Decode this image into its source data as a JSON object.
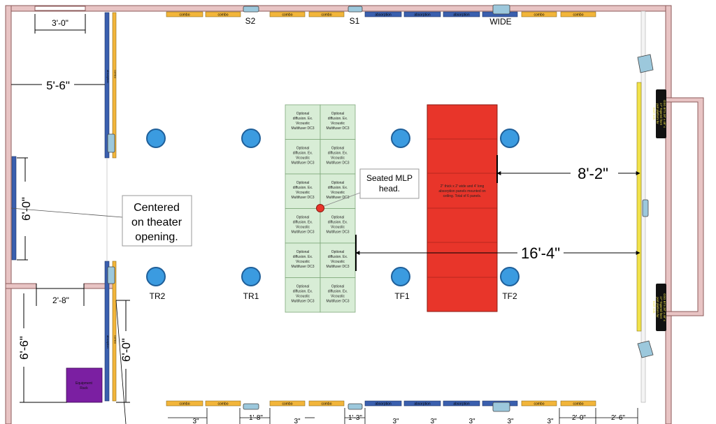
{
  "top_panels": {
    "combo": "combo",
    "absorption": "absorption"
  },
  "side_panel": {
    "combo": "combo",
    "absorption": "absorption"
  },
  "speakers": {
    "s2": "S2",
    "s1": "S1",
    "wide": "WIDE",
    "tr2": "TR2",
    "tr1": "TR1",
    "tf1": "TF1",
    "tf2": "TF2"
  },
  "dimensions": {
    "d_3_0": "3'-0\"",
    "d_5_6": "5'-6\"",
    "d_6_0_left": "6'-0\"",
    "d_2_8": "2'-8\"",
    "d_6_6": "6'-6\"",
    "d_6_0_lower": "6'-0\"",
    "d_8_2": "8'-2\"",
    "d_16_4": "16'-4\"",
    "d_1_8": "1'-8\"",
    "d_1_3": "1'-3\"",
    "d_2_0": "2'-0\"",
    "d_2_6": "2'-6\"",
    "d_3": "3\""
  },
  "diffusion": {
    "line1": "Optional",
    "line2": "diffusion. Ex.",
    "line3": "Vicoustic",
    "line4": "Multifuser DC3"
  },
  "callouts": {
    "mlp_line1": "Seated MLP",
    "mlp_line2": "head.",
    "center_line1": "Centered",
    "center_line2": "on theater",
    "center_line3": "opening."
  },
  "ceiling_panel": {
    "line1": "2\" thick x 2' wide and 4' long",
    "line2": "absorption panels mounted on",
    "line3": "ceiling. Total of 6 panels."
  },
  "subwoofer": {
    "line1": "GSG BTS 28\" x 48\" x",
    "line2": "17\" Tapered front",
    "line3": "port platform for",
    "line4": "each sub."
  },
  "equipment_rack": {
    "line1": "Equipment",
    "line2": "Rack"
  },
  "colors": {
    "wall": "#e8c4c4",
    "wall_stroke": "#8c5a5a",
    "combo_panel": "#f2b53a",
    "absorption_panel": "#3a5fae",
    "diffusion_fill": "#d8edd6",
    "ceiling_red": "#e8352a",
    "speaker_blue": "#3b9be0",
    "equipment_purple": "#7b1fa2"
  }
}
